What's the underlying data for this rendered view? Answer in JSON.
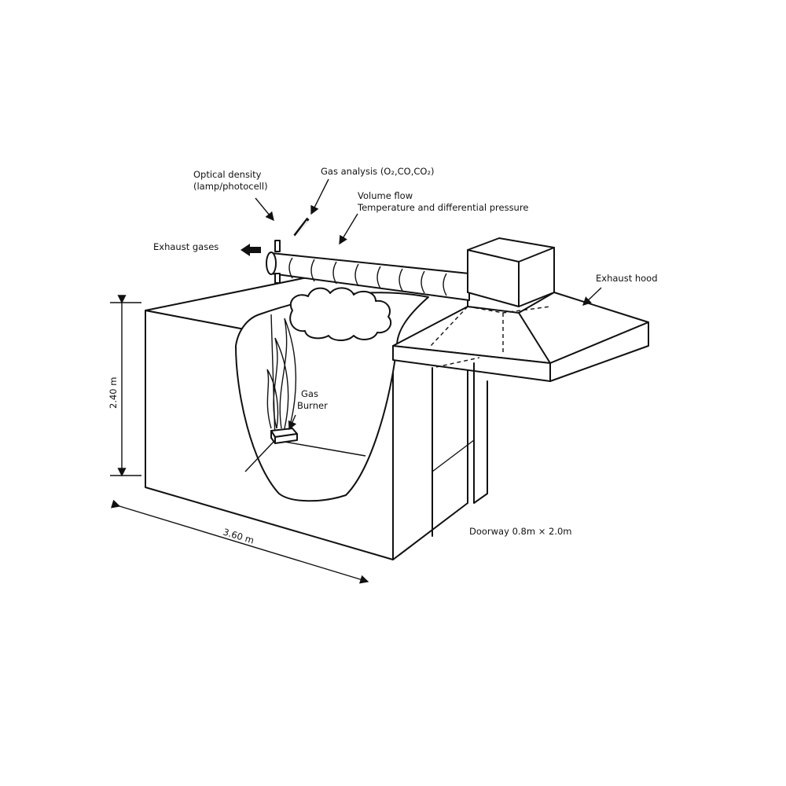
{
  "labels": {
    "optical_density_1": "Optical density",
    "optical_density_2": "(lamp/photocell)",
    "gas_analysis": "Gas analysis (O₂,CO,CO₂)",
    "volume_flow": "Volume flow",
    "temperature": "Temperature and differential pressure",
    "exhaust_gases": "Exhaust gases",
    "exhaust_hood": "Exhaust hood",
    "gas_burner_1": "Gas",
    "gas_burner_2": "Burner",
    "height": "2.40 m",
    "length": "3.60 m",
    "doorway": "Doorway  0.8m × 2.0m"
  }
}
